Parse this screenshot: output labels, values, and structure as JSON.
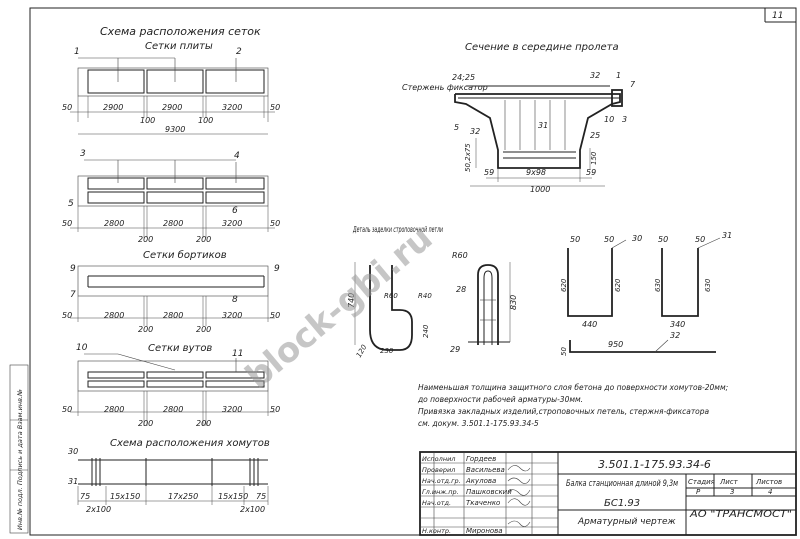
{
  "sheet": {
    "page_number": "11"
  },
  "watermark": "block-gbi.ru",
  "left_stamp": "Инв.№ подл. Подпись и дата Взам.инв.№",
  "plan": {
    "title": "Схема расположения сеток",
    "slab_title": "Сетки плиты",
    "ribs_title": "Сетки бортиков",
    "bulbs_title": "Сетки вутов",
    "stirrups_title": "Схема расположения хомутов",
    "callouts": {
      "c1": "1",
      "c2": "2",
      "c3": "3",
      "c4": "4",
      "c5": "5",
      "c6": "6",
      "c7": "7",
      "c8": "8",
      "c9": "9",
      "c9b": "9",
      "c10": "10",
      "c11": "11",
      "c30": "30",
      "c31": "31"
    },
    "slab_dims": {
      "left": "50",
      "s1": "2900",
      "s2": "2900",
      "s3": "3200",
      "right": "50",
      "g1": "100",
      "g2": "100",
      "total": "9300"
    },
    "row_dims": {
      "left": "50",
      "s1": "2800",
      "s2": "2800",
      "s3": "3200",
      "right": "50",
      "g1": "200",
      "g2": "200"
    },
    "stirrup_dims": {
      "a": "75",
      "b": "15х150",
      "c": "17х250",
      "d": "15х150",
      "e": "75",
      "f": "2х100",
      "g": "2х100"
    }
  },
  "section": {
    "title": "Сечение в середине пролета",
    "rod_label": "Стержень фиксатор",
    "labels": {
      "l24": "24;25",
      "l32": "32",
      "l1": "1",
      "l7": "7",
      "l5": "5",
      "l32b": "32",
      "l31": "31",
      "l10": "10",
      "l3": "3",
      "l25": "25",
      "l50": "50,2х75",
      "l150": "150",
      "l59a": "59",
      "l98": "9х98",
      "l59b": "59",
      "l1000": "1000"
    }
  },
  "detail": {
    "title": "Деталь заделки строповочной петли",
    "labels": {
      "r60": "R60",
      "r60b": "R60",
      "r40": "R40",
      "d740": "740",
      "d28": "28",
      "d830": "830",
      "d120": "120",
      "d230": "230",
      "d240": "240",
      "d29": "29"
    }
  },
  "bars": {
    "b30": {
      "pos": "30",
      "w1": "50",
      "w2": "50",
      "h1": "620",
      "h2": "620",
      "len": "440"
    },
    "b31": {
      "pos": "31",
      "w1": "50",
      "w2": "50",
      "h1": "630",
      "h2": "630",
      "len": "340"
    },
    "b32": {
      "pos": "32",
      "w1": "50",
      "len": "950"
    }
  },
  "notes": [
    "Наименьшая толщина защитного слоя бетона до поверхности хомутов-20мм;",
    "до поверхности рабочей арматуры-30мм.",
    "Привязка закладных изделий,строповочных петель, стержня-фиксатора",
    "см. докум. 3.501.1-175.93.34-5"
  ],
  "titleblock": {
    "doc_code": "3.501.1-175.93.34-6",
    "roles": [
      "Исполнил",
      "Проверил",
      "Нач.отд.гр.",
      "Гл.инж.пр.",
      "Нач.отд.",
      "",
      "Н.контр."
    ],
    "names": [
      "Гордеев",
      "Васильева",
      "Акулова",
      "Пашковский",
      "Ткаченко",
      "",
      "Миронова"
    ],
    "name_line": "Балка станционная длиной 9,3м",
    "mark": "БС1.93",
    "sheet_type": "Арматурный чертеж",
    "stage_hdr": "Стадия",
    "sheet_hdr": "Лист",
    "sheets_hdr": "Листов",
    "stage": "Р",
    "sheet": "3",
    "sheets": "4",
    "company": "АО \"ТРАНСМОСТ\""
  }
}
